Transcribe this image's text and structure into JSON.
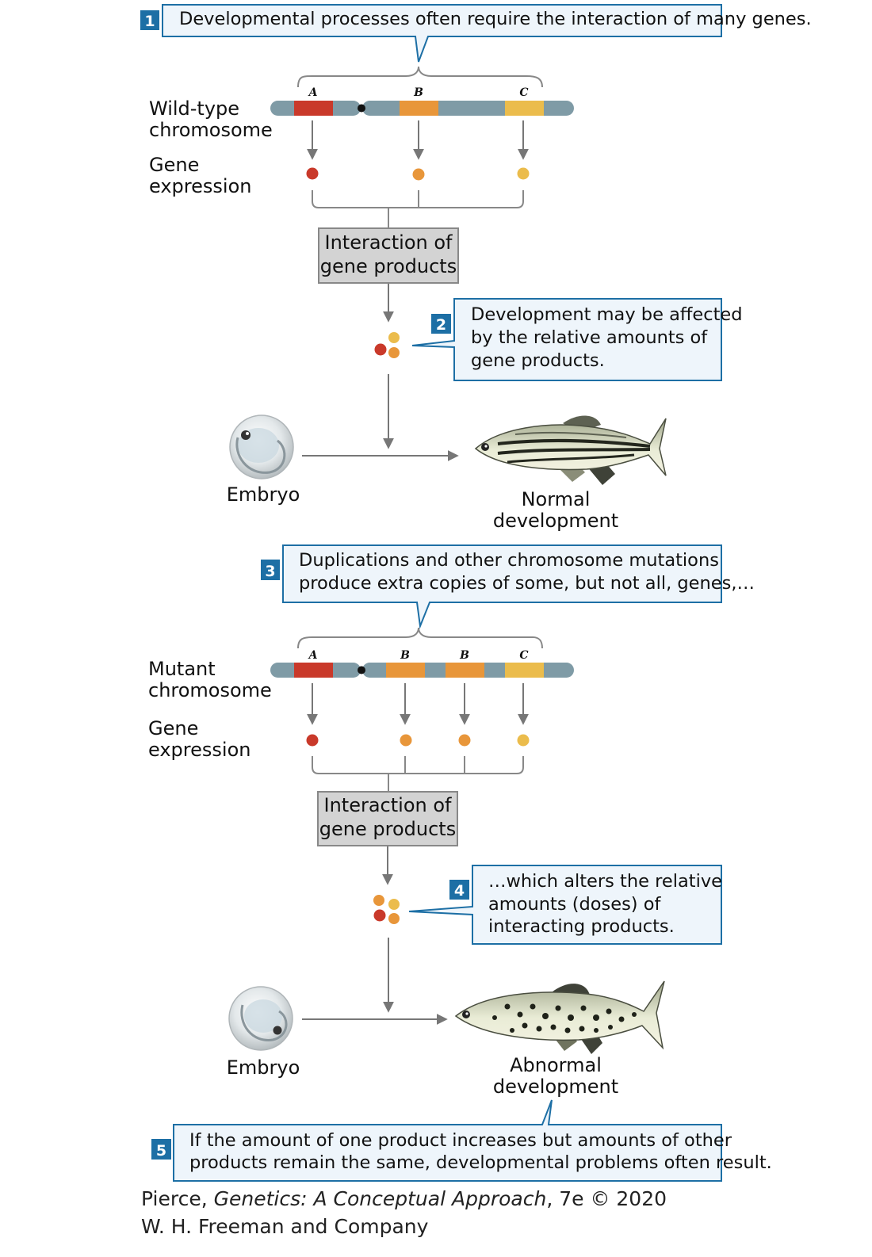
{
  "callouts": {
    "c1": {
      "num": "1",
      "line1": "Developmental processes often require the interaction of many genes."
    },
    "c2": {
      "num": "2",
      "line1": "Development may be affected",
      "line2": "by the relative amounts of",
      "line3": "gene products."
    },
    "c3": {
      "num": "3",
      "line1": "Duplications and other chromosome mutations",
      "line2": "produce extra copies of some, but not all, genes,…"
    },
    "c4": {
      "num": "4",
      "line1": "…which alters the relative",
      "line2": "amounts (doses) of",
      "line3": "interacting products."
    },
    "c5": {
      "num": "5",
      "line1": "If the amount of one product increases but amounts of other",
      "line2": "products remain the same, developmental problems often result."
    }
  },
  "wild": {
    "chromosome_l1": "Wild-type",
    "chromosome_l2": "chromosome",
    "expr_l1": "Gene",
    "expr_l2": "expression",
    "genes": [
      "A",
      "B",
      "C"
    ],
    "box_l1": "Interaction of",
    "box_l2": "gene products",
    "embryo": "Embryo",
    "outcome_l1": "Normal",
    "outcome_l2": "development"
  },
  "mutant": {
    "chromosome_l1": "Mutant",
    "chromosome_l2": "chromosome",
    "expr_l1": "Gene",
    "expr_l2": "expression",
    "genes": [
      "A",
      "B",
      "B",
      "C"
    ],
    "box_l1": "Interaction of",
    "box_l2": "gene products",
    "embryo": "Embryo",
    "outcome_l1": "Abnormal",
    "outcome_l2": "development"
  },
  "credit": {
    "author": "Pierce, ",
    "book": "Genetics: A Conceptual Approach",
    "edition": ", 7e © 2020",
    "publisher": "W. H. Freeman and Company"
  },
  "colors": {
    "gene_a": "#c9392a",
    "gene_b": "#e8963a",
    "gene_c": "#ebbc4c",
    "chromosome": "#7f9ba6",
    "callout_border": "#1d6fa5",
    "callout_fill": "#eef5fb",
    "number_box": "#1d6fa5",
    "box_fill": "#d3d3d3",
    "arrow": "#777777"
  }
}
